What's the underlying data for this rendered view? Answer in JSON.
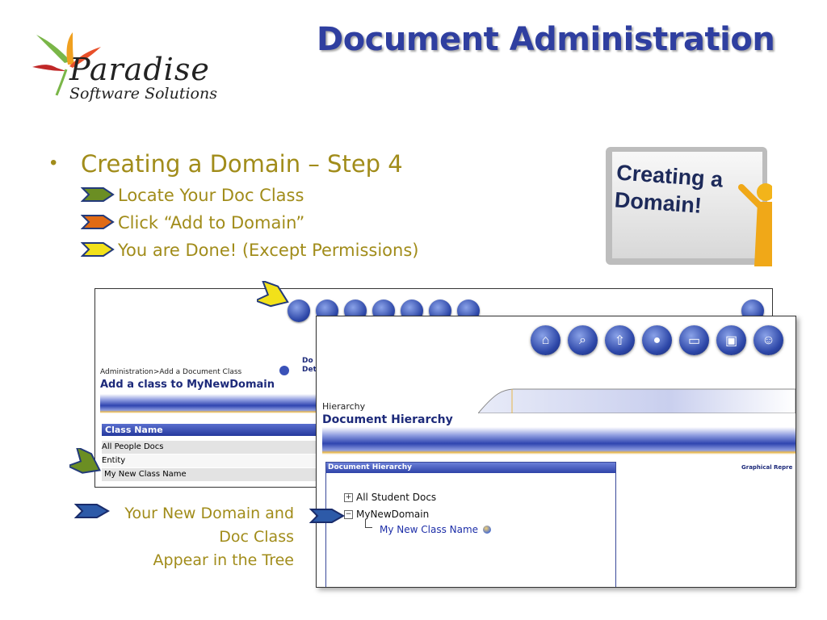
{
  "slide": {
    "title": "Document Administration",
    "logo": {
      "word": "Paradise",
      "sub": "Software Solutions"
    },
    "heading": "Creating a Domain – Step 4",
    "steps": [
      "Locate Your Doc Class",
      "Click “Add to Domain”",
      "You are Done! (Except Permissions)"
    ],
    "board_text": "Creating a Domain!",
    "note": [
      "Your New Domain and",
      "Doc Class",
      "Appear in the Tree"
    ],
    "colors": {
      "title": "#2f3fa0",
      "body": "#a18c1a",
      "arrow_green": "#6b8e23",
      "arrow_orange": "#e06a14",
      "arrow_yellow": "#f2e11a"
    }
  },
  "back_screen": {
    "breadcrumb": "Administration>Add a Document Class",
    "page_title": "Add a class to MyNewDomain",
    "tab_partial": [
      "Do",
      "Det"
    ],
    "column_header": "Class Name",
    "rows": [
      "All People Docs",
      "Entity",
      "My New Class Name"
    ],
    "nav_icons": [
      "home-icon",
      "search-icon",
      "upload-icon",
      "user-icon",
      "folder-icon",
      "monitor-icon",
      "people-icon"
    ]
  },
  "front_screen": {
    "breadcrumb": "Hierarchy",
    "page_title": "Document Hierarchy",
    "right_label": "Graphical Repre",
    "panel_title": "Document Hierarchy",
    "tree": [
      {
        "toggle": "+",
        "label": "All Student Docs"
      },
      {
        "toggle": "−",
        "label": "MyNewDomain"
      },
      {
        "toggle": "",
        "label": "My New Class Name"
      }
    ],
    "nav_icons": [
      "home-icon",
      "search-icon",
      "upload-icon",
      "user-icon",
      "folder-icon",
      "monitor-icon",
      "people-icon"
    ]
  }
}
